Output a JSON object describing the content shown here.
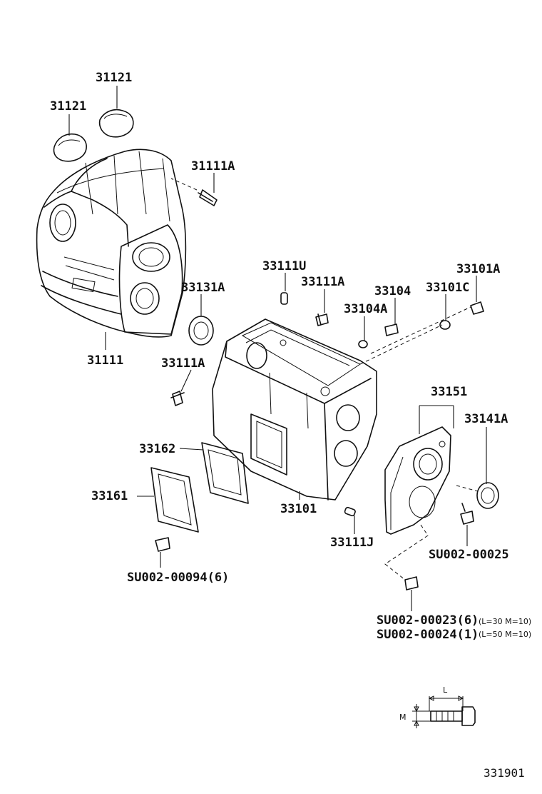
{
  "labels": {
    "p31121_a": "31121",
    "p31121_b": "31121",
    "p31111A_a": "31111A",
    "p33111U": "33111U",
    "p33101A": "33101A",
    "p33131A": "33131A",
    "p33111A_b": "33111A",
    "p33104": "33104",
    "p33101C": "33101C",
    "p33104A": "33104A",
    "p31111": "31111",
    "p33111A_c": "33111A",
    "p33151": "33151",
    "p33141A": "33141A",
    "p33162": "33162",
    "p33161": "33161",
    "p33101": "33101",
    "p33111J": "33111J",
    "pSU25": "SU002-00025",
    "pSU94": "SU002-00094(6)",
    "pSU23": "SU002-00023(6)",
    "pSU24": "SU002-00024(1)",
    "dim23": "(L=30 M=10)",
    "dim24": "(L=50 M=10)",
    "legendL": "L",
    "legendM": "M",
    "figno": "331901"
  }
}
